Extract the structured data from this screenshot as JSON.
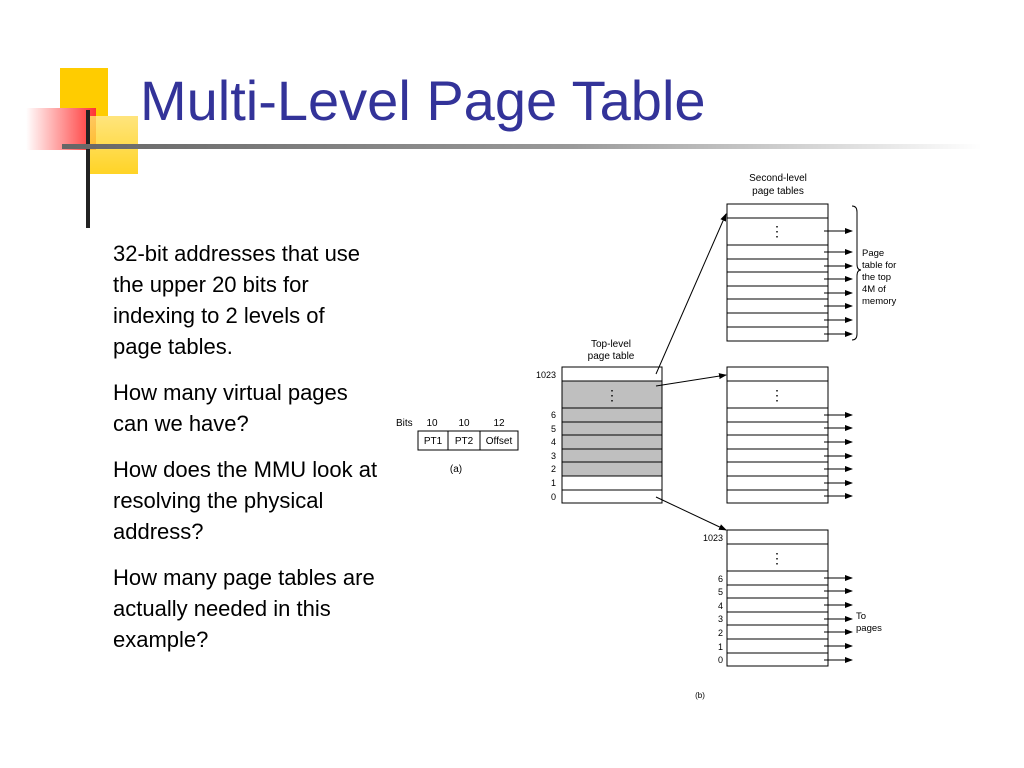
{
  "title": "Multi-Level Page Table",
  "bullets": [
    "32-bit addresses that use the upper 20 bits for indexing to 2 levels of page tables.",
    "How many virtual pages can we have?",
    "How does the MMU look at resolving the physical address?",
    "How many page tables are actually needed in this example?"
  ],
  "figure": {
    "bits_label": "Bits",
    "fields": [
      {
        "bits": "10",
        "label": "PT1"
      },
      {
        "bits": "10",
        "label": "PT2"
      },
      {
        "bits": "12",
        "label": "Offset"
      }
    ],
    "caption_a": "(a)",
    "caption_b": "(b)",
    "top_level_title_1": "Top-level",
    "top_level_title_2": "page table",
    "second_level_title_1": "Second-level",
    "second_level_title_2": "page tables",
    "entry_labels": [
      "1023",
      "6",
      "5",
      "4",
      "3",
      "2",
      "1",
      "0"
    ],
    "ellipsis": "⋮",
    "brace_label": [
      "Page",
      "table for",
      "the top",
      "4M of",
      "memory"
    ],
    "to_pages": [
      "To",
      "pages"
    ]
  },
  "colors": {
    "title": "#333399",
    "shaded_entry": "#bfbfbf",
    "deco_yellow": "#FFCC00",
    "deco_red": "#FF3333"
  }
}
